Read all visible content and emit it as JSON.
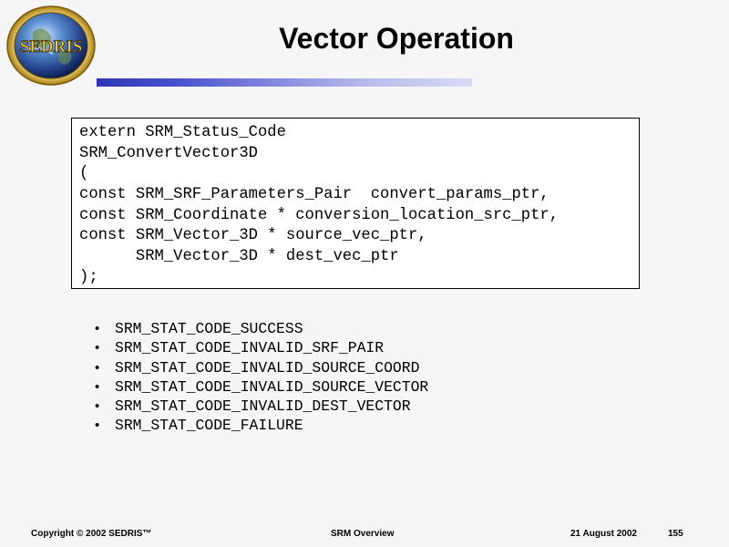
{
  "logo": {
    "text": "SEDRIS"
  },
  "title": "Vector Operation",
  "code": [
    "extern SRM_Status_Code",
    "SRM_ConvertVector3D",
    "(",
    "const SRM_SRF_Parameters_Pair  convert_params_ptr,",
    "const SRM_Coordinate * conversion_location_src_ptr,",
    "const SRM_Vector_3D * source_vec_ptr,",
    "      SRM_Vector_3D * dest_vec_ptr",
    ");"
  ],
  "bullets": [
    "SRM_STAT_CODE_SUCCESS",
    "SRM_STAT_CODE_INVALID_SRF_PAIR",
    "SRM_STAT_CODE_INVALID_SOURCE_COORD",
    "SRM_STAT_CODE_INVALID_SOURCE_VECTOR",
    "SRM_STAT_CODE_INVALID_DEST_VECTOR",
    "SRM_STAT_CODE_FAILURE"
  ],
  "bullet_glyph": "•",
  "footer": {
    "copyright": "Copyright © 2002 SEDRIS™",
    "center": "SRM Overview",
    "date": "21 August 2002",
    "page": "155"
  },
  "colors": {
    "logo_ring": "#c9a227",
    "title_bar": "#2f35b8",
    "background": "#f6f6f6"
  }
}
